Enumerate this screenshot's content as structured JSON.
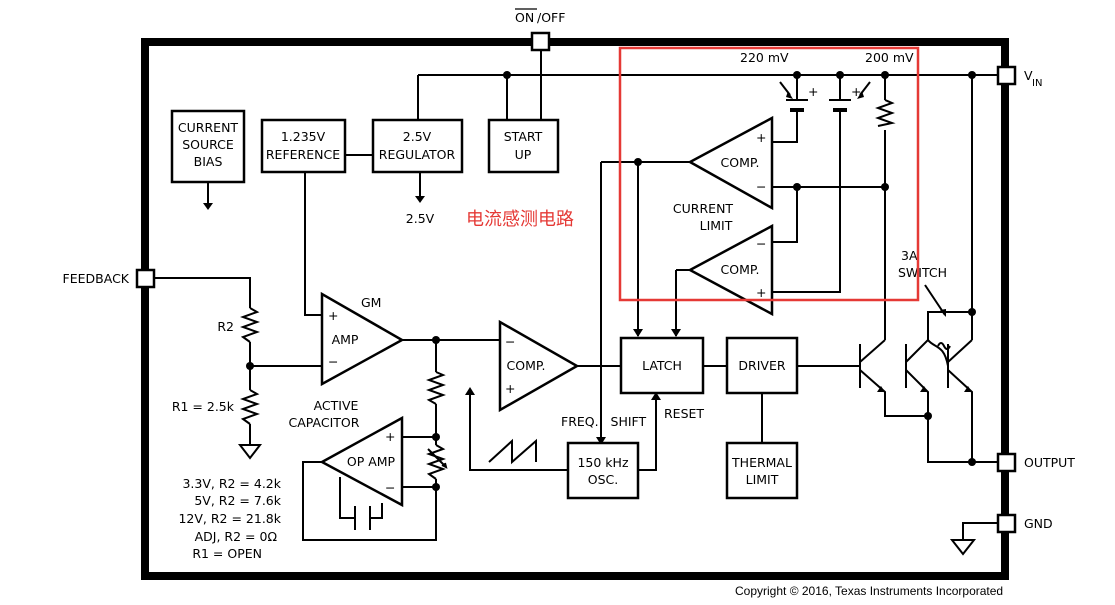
{
  "pins": {
    "on_off_on": "ON",
    "on_off_off": "/OFF",
    "vin_main": "V",
    "vin_sub": "IN",
    "feedback": "FEEDBACK",
    "output": "OUTPUT",
    "gnd": "GND"
  },
  "blocks": {
    "current_source_bias": [
      "CURRENT",
      "SOURCE",
      "BIAS"
    ],
    "reference": [
      "1.235V",
      "REFERENCE"
    ],
    "regulator": [
      "2.5V",
      "REGULATOR"
    ],
    "startup": [
      "START",
      "UP"
    ],
    "latch": "LATCH",
    "driver": "DRIVER",
    "thermal_limit": [
      "THERMAL",
      "LIMIT"
    ],
    "oscillator": [
      "150 kHz",
      "OSC."
    ]
  },
  "amplifiers": {
    "gm_amp": "AMP",
    "gm_label": "GM",
    "comp_main": "COMP.",
    "op_amp": "OP AMP",
    "active_capacitor": [
      "ACTIVE",
      "CAPACITOR"
    ],
    "comp_current_1": "COMP.",
    "comp_current_2": "COMP."
  },
  "labels": {
    "reg_output": "2.5V",
    "current_limit": [
      "CURRENT",
      "LIMIT"
    ],
    "mv_220": "220 mV",
    "mv_200": "200 mV",
    "switch": [
      "3A",
      "SWITCH"
    ],
    "r2": "R2",
    "r1": "R1 = 2.5k",
    "freq_shift": "FREQ.   SHIFT",
    "reset": "RESET",
    "plus": "+",
    "minus": "−",
    "resistor_table": [
      "3.3V, R2 = 4.2k",
      "5V, R2 = 7.6k",
      "12V, R2 = 21.8k",
      "ADJ, R2 = 0Ω",
      "R1 = OPEN"
    ]
  },
  "annotation": "电流感测电路",
  "copyright": "Copyright © 2016, Texas Instruments Incorporated",
  "colors": {
    "line": "#000000",
    "highlight": "#e53935",
    "background": "#ffffff"
  }
}
